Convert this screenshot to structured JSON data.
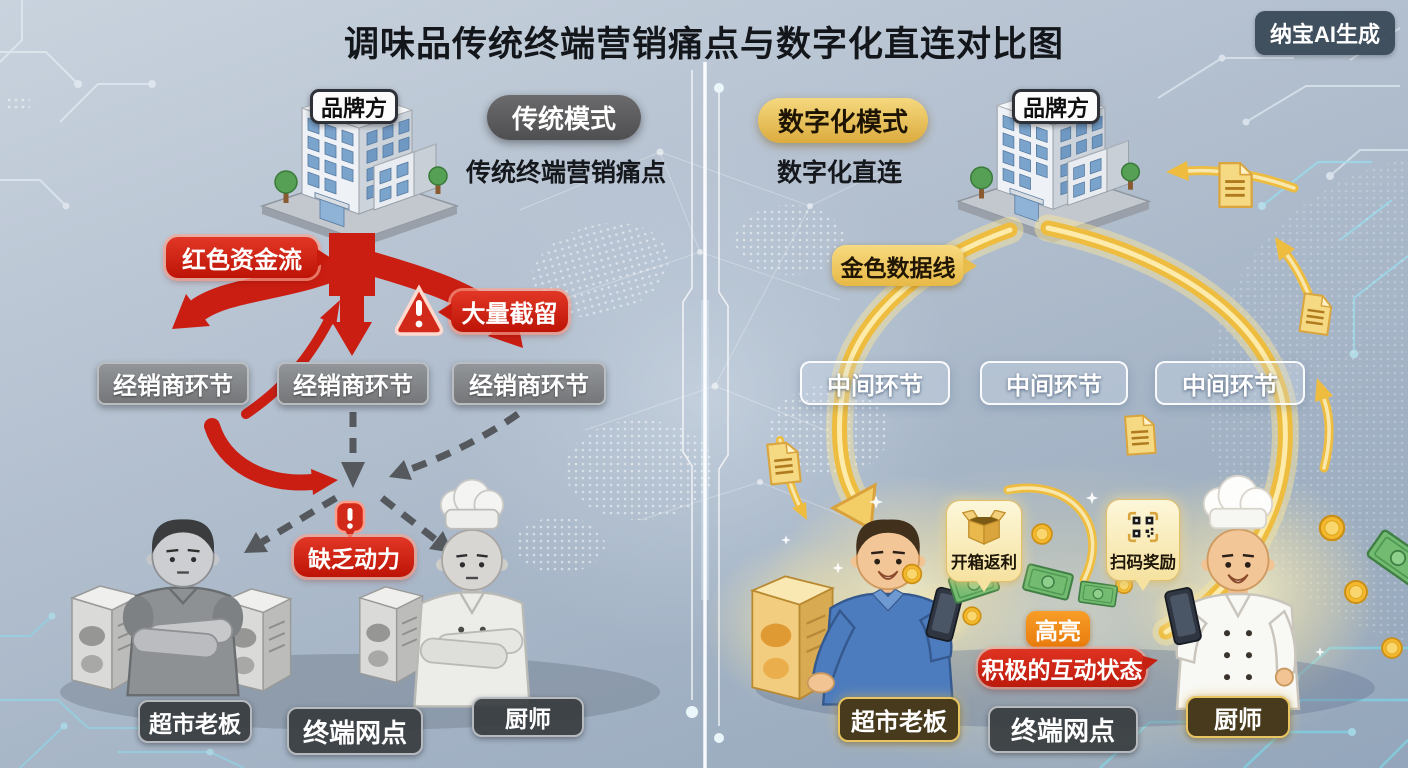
{
  "title": "调味品传统终端营销痛点与数字化直连对比图",
  "watermark": "纳宝AI生成",
  "left_panel": {
    "brand_label": "品牌方",
    "mode_pill": "传统模式",
    "subtitle": "传统终端营销痛点",
    "money_flow_label": "红色资金流",
    "intercept_label": "大量截留",
    "distributor_boxes": [
      "经销商环节",
      "经销商环节",
      "经销商环节"
    ],
    "motivation_label": "缺乏动力",
    "roles": [
      "超市老板",
      "终端网点",
      "厨师"
    ]
  },
  "right_panel": {
    "brand_label": "品牌方",
    "mode_pill": "数字化模式",
    "subtitle": "数字化直连",
    "data_flow_label": "金色数据线",
    "middle_boxes": [
      "中间环节",
      "中间环节",
      "中间环节"
    ],
    "unbox_reward_label": "开箱返利",
    "scan_reward_label": "扫码奖励",
    "highlight_badge": "高亮",
    "interaction_label": "积极的互动状态",
    "roles": [
      "超市老板",
      "终端网点",
      "厨师"
    ]
  },
  "icons": {
    "open_box": "open-box-icon",
    "qr_code": "qr-code-icon",
    "warning": "warning-triangle-icon",
    "exclamation": "exclamation-icon",
    "document": "document-icon",
    "coin": "coin-icon",
    "money_bill": "money-bill-icon",
    "building": "brand-building-icon",
    "phone": "smartphone-icon"
  },
  "colors": {
    "red_flow": "#cb1e12",
    "gold_flow": "#eebd3f",
    "orange_highlight": "#ee8412",
    "traditional_pill_bg": "#58585a",
    "digital_pill_bg": "#e9c565",
    "distributor_box_bg": "#7d8083",
    "role_dark_bg": "#3a3e42",
    "role_gold_bg": "#473a1d",
    "background": "#aab9ca"
  }
}
